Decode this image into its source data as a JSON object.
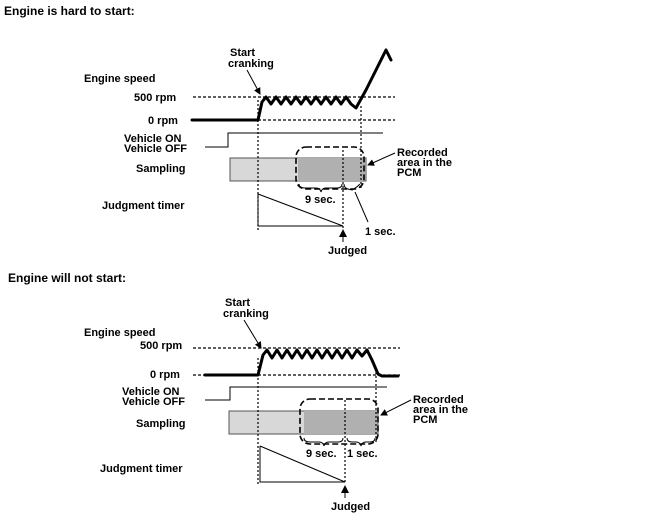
{
  "top": {
    "title": "Engine is hard to start:",
    "start_cranking_1": "Start",
    "start_cranking_2": "cranking",
    "engine_speed": "Engine speed",
    "rpm_500": "500 rpm",
    "rpm_0": "0 rpm",
    "vehicle_on": "Vehicle ON",
    "vehicle_off": "Vehicle OFF",
    "sampling": "Sampling",
    "judgment_timer": "Judgment timer",
    "recorded_1": "Recorded",
    "recorded_2": "area in the",
    "recorded_3": "PCM",
    "nine_sec": "9 sec.",
    "one_sec": "1 sec.",
    "judged": "Judged"
  },
  "bottom": {
    "title": "Engine will not start:",
    "start_cranking_1": "Start",
    "start_cranking_2": "cranking",
    "engine_speed": "Engine speed",
    "rpm_500": "500 rpm",
    "rpm_0": "0 rpm",
    "vehicle_on": "Vehicle ON",
    "vehicle_off": "Vehicle OFF",
    "sampling": "Sampling",
    "judgment_timer": "Judgment timer",
    "recorded_1": "Recorded",
    "recorded_2": "area in the",
    "recorded_3": "PCM",
    "nine_sec": "9 sec.",
    "one_sec": "1 sec.",
    "judged": "Judged"
  }
}
